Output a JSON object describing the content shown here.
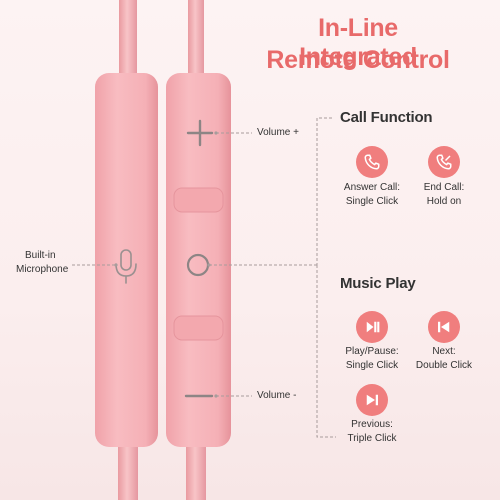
{
  "title": {
    "line1": "In-Line Integrated",
    "line2": "Remote Control"
  },
  "remote": {
    "volume_up_label": "Volume +",
    "volume_down_label": "Volume -",
    "microphone_label_line1": "Built-in",
    "microphone_label_line2": "Microphone"
  },
  "call_function": {
    "heading": "Call Function",
    "items": [
      {
        "icon": "answer-call-icon",
        "line1": "Answer Call:",
        "line2": "Single Click"
      },
      {
        "icon": "end-call-icon",
        "line1": "End Call:",
        "line2": "Hold on"
      }
    ]
  },
  "music_play": {
    "heading": "Music Play",
    "items": [
      {
        "icon": "play-pause-icon",
        "line1": "Play/Pause:",
        "line2": "Single Click"
      },
      {
        "icon": "next-track-icon",
        "line1": "Next:",
        "line2": "Double Click"
      },
      {
        "icon": "previous-track-icon",
        "line1": "Previous:",
        "line2": "Triple Click"
      }
    ]
  },
  "colors": {
    "accent": "#f07e7e",
    "title": "#e86a6a",
    "remote_body": "#f6aeb3",
    "cable": "#f4a9ae"
  }
}
